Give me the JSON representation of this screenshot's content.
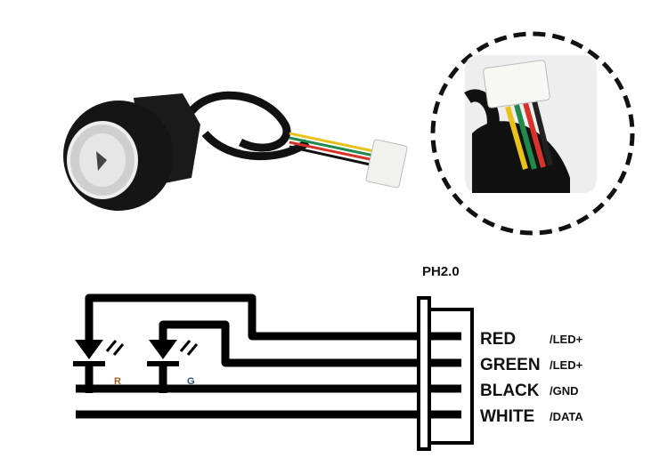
{
  "connector": {
    "name": "PH2.0"
  },
  "pins": [
    {
      "color": "RED",
      "function": "/LED+"
    },
    {
      "color": "GREEN",
      "function": "/LED+"
    },
    {
      "color": "BLACK",
      "function": "/GND"
    },
    {
      "color": "WHITE",
      "function": "/DATA"
    }
  ],
  "leds": [
    {
      "label": "R"
    },
    {
      "label": "G"
    }
  ],
  "wire_colors": {
    "red": "#d8332a",
    "green": "#1f8a4c",
    "yellow": "#e8c21a",
    "black": "#111111"
  }
}
